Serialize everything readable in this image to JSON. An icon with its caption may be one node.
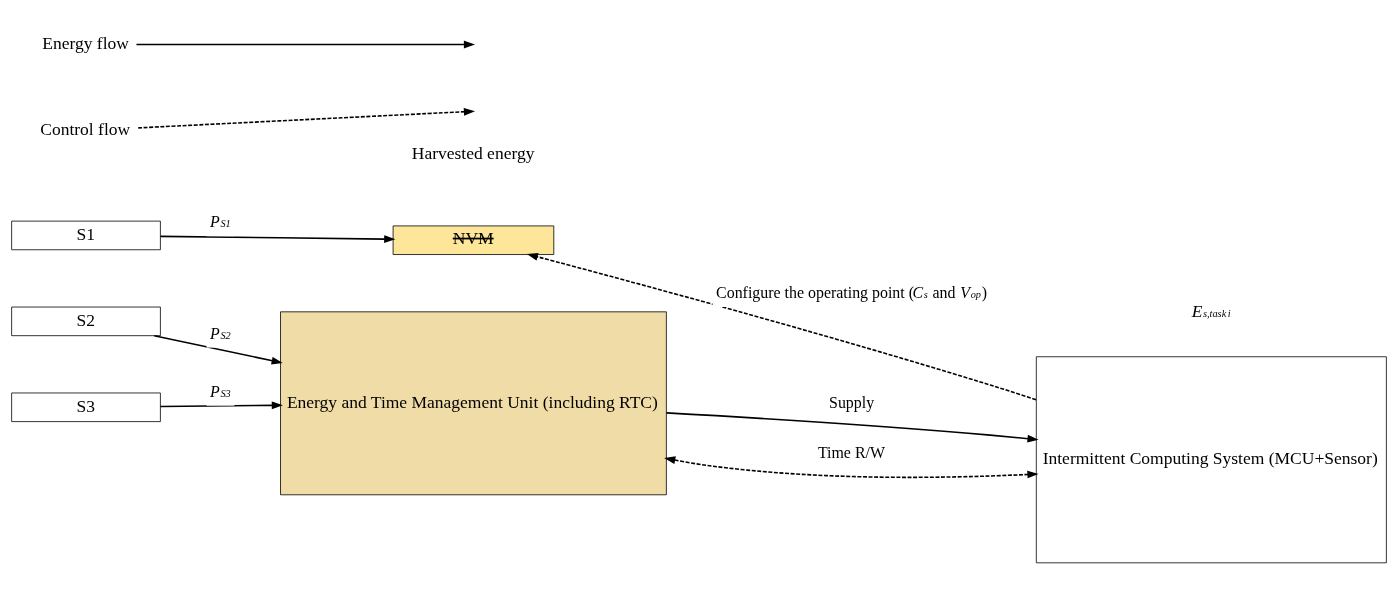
{
  "diagram": {
    "nodes": [
      {
        "text": [
          "S1"
        ]
      },
      {
        "text": [
          "S2"
        ]
      },
      {
        "text": [
          "S3"
        ]
      },
      {
        "text": [
          "NVM"
        ]
      },
      {
        "text": [
          "Energy and Time Management Unit (including RTC)"
        ]
      },
      {
        "text": [
          "Intermittent Computing System (MCU+Sensor)"
        ]
      }
    ],
    "edges": [
      {
        "from": 0,
        "to": 3,
        "arrow": "to",
        "label": "P$_{S1}$"
      },
      {
        "from": 1,
        "to": 4,
        "arrow": "to",
        "label": "P$_{S2}$"
      },
      {
        "from": 2,
        "to": 4,
        "arrow": "to",
        "label": "P$_{S3}$"
      },
      {
        "from": 4,
        "to": 5,
        "arrow": "to",
        "label": "Supply"
      },
      {
        "from": 4,
        "to": 5,
        "arrow": "both",
        "style": "dashed",
        "label": "Time R/W"
      },
      {
        "from": 5,
        "to": 3,
        "arrow": "to",
        "style": "dashed",
        "label": "Configure the operating point (C$_{s}$ and V$_{op}$)"
      }
    ],
    "labels": [
      "Harvested energy",
      "E$_{s,task}$$_{i}$"
    ],
    "legend": [
      {
        "text": "Energy flow"
      },
      {
        "text": "Control flow"
      }
    ]
  }
}
